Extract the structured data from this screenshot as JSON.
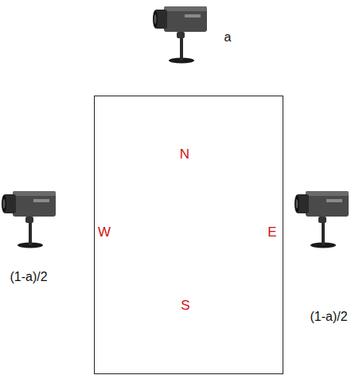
{
  "diagram": {
    "nodes": [
      {
        "text": [
          "N",
          "W",
          "E",
          "S"
        ]
      }
    ],
    "labels": [
      "a",
      "(1-a)/2",
      "(1-a)/2"
    ]
  }
}
